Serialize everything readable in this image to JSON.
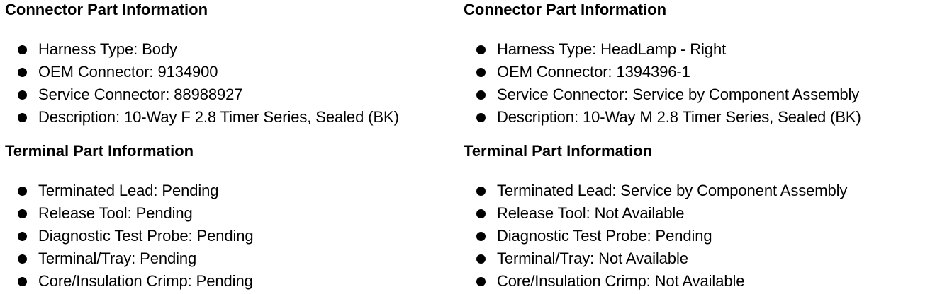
{
  "left": {
    "connector": {
      "title": "Connector Part Information",
      "items": [
        "Harness Type: Body",
        "OEM Connector: 9134900",
        "Service Connector: 88988927",
        "Description: 10-Way F 2.8 Timer Series, Sealed (BK)"
      ]
    },
    "terminal": {
      "title": "Terminal Part Information",
      "items": [
        "Terminated Lead: Pending",
        "Release Tool: Pending",
        "Diagnostic Test Probe: Pending",
        "Terminal/Tray: Pending",
        "Core/Insulation Crimp: Pending"
      ]
    }
  },
  "right": {
    "connector": {
      "title": "Connector Part Information",
      "items": [
        "Harness Type: HeadLamp - Right",
        "OEM Connector: 1394396-1",
        "Service Connector: Service by Component Assembly",
        "Description: 10-Way M 2.8 Timer Series, Sealed (BK)"
      ]
    },
    "terminal": {
      "title": "Terminal Part Information",
      "items": [
        "Terminated Lead: Service by Component Assembly",
        "Release Tool: Not Available",
        "Diagnostic Test Probe: Pending",
        "Terminal/Tray: Not Available",
        "Core/Insulation Crimp: Not Available"
      ]
    }
  }
}
